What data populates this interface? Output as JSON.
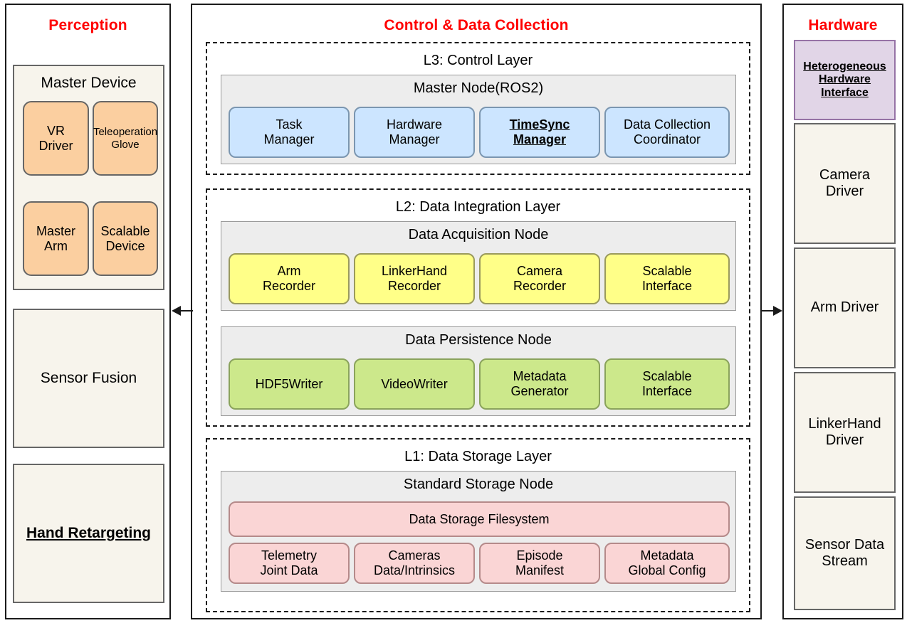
{
  "columns": {
    "perception": {
      "title": "Perception",
      "title_color": "#ff0000",
      "master_device": {
        "label": "Master Device",
        "items": [
          {
            "label_line1": "VR",
            "label_line2": "Driver"
          },
          {
            "label_line1": "Teleoperation",
            "label_line2": "Glove"
          },
          {
            "label_line1": "Master",
            "label_line2": "Arm"
          },
          {
            "label_line1": "Scalable",
            "label_line2": "Device"
          }
        ]
      },
      "blocks": [
        {
          "label": "Sensor Fusion",
          "emphasis": false
        },
        {
          "label": "Hand Retargeting",
          "emphasis": true
        }
      ]
    },
    "control": {
      "title": "Control & Data Collection",
      "title_color": "#ff0000",
      "layers": [
        {
          "layer_label": "L3: Control Layer",
          "groups": [
            {
              "group_label": "Master Node(ROS2)",
              "color": "#cce5ff",
              "chips": [
                {
                  "line1": "Task",
                  "line2": "Manager",
                  "emphasis": false
                },
                {
                  "line1": "Hardware",
                  "line2": "Manager",
                  "emphasis": false
                },
                {
                  "line1": "TimeSync",
                  "line2": "Manager",
                  "emphasis": true
                },
                {
                  "line1": "Data Collection",
                  "line2": "Coordinator",
                  "emphasis": false
                }
              ]
            }
          ]
        },
        {
          "layer_label": "L2: Data Integration Layer",
          "groups": [
            {
              "group_label": "Data Acquisition Node",
              "color": "#ffff88",
              "chips": [
                {
                  "line1": "Arm",
                  "line2": "Recorder",
                  "emphasis": false
                },
                {
                  "line1": "LinkerHand",
                  "line2": "Recorder",
                  "emphasis": false
                },
                {
                  "line1": "Camera",
                  "line2": "Recorder",
                  "emphasis": false
                },
                {
                  "line1": "Scalable",
                  "line2": "Interface",
                  "emphasis": false
                }
              ]
            },
            {
              "group_label": "Data Persistence Node",
              "color": "#cce88b",
              "chips": [
                {
                  "line1": "HDF5Writer",
                  "line2": "",
                  "emphasis": false
                },
                {
                  "line1": "VideoWriter",
                  "line2": "",
                  "emphasis": false
                },
                {
                  "line1": "Metadata",
                  "line2": "Generator",
                  "emphasis": false
                },
                {
                  "line1": "Scalable",
                  "line2": "Interface",
                  "emphasis": false
                }
              ]
            }
          ]
        },
        {
          "layer_label": "L1: Data Storage Layer",
          "groups": [
            {
              "group_label": "Standard Storage Node",
              "color": "#fad5d5",
              "wide_chip": {
                "line1": "Data Storage Filesystem",
                "line2": "",
                "emphasis": false
              },
              "chips": [
                {
                  "line1": "Telemetry",
                  "line2": "Joint Data",
                  "emphasis": false
                },
                {
                  "line1": "Cameras",
                  "line2": "Data/Intrinsics",
                  "emphasis": false
                },
                {
                  "line1": "Episode",
                  "line2": "Manifest",
                  "emphasis": false
                },
                {
                  "line1": "Metadata",
                  "line2": "Global Config",
                  "emphasis": false
                }
              ]
            }
          ]
        }
      ]
    },
    "hardware": {
      "title": "Hardware",
      "title_color": "#ff0000",
      "interface": {
        "line1": "Heterogeneous",
        "line2": "Hardware",
        "line3": "Interface",
        "color": "#e1d5e7",
        "emphasis": true
      },
      "drivers": [
        {
          "line1": "Camera",
          "line2": "Driver"
        },
        {
          "line1": "Arm Driver",
          "line2": ""
        },
        {
          "line1": "LinkerHand",
          "line2": "Driver"
        },
        {
          "line1": "Sensor Data",
          "line2": "Stream"
        }
      ]
    }
  },
  "connectors": [
    {
      "name": "control-to-perception",
      "direction": "left"
    },
    {
      "name": "control-to-hardware",
      "direction": "right"
    }
  ]
}
